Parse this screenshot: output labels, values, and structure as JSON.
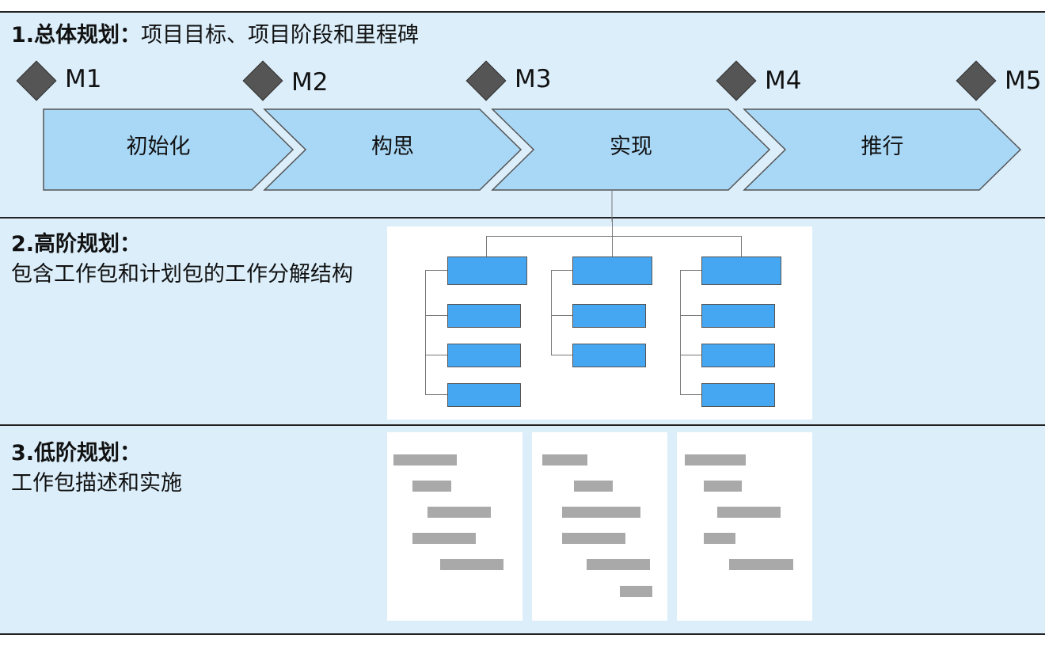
{
  "colors": {
    "section_bg": "#dbeefa",
    "chevron_fill": "#a9d8f7",
    "wbs_box": "#45a7f2",
    "diamond": "#555555",
    "bar": "#a9a9a9"
  },
  "overall": {
    "heading": "1.总体规划：",
    "subtitle": "项目目标、项目阶段和里程碑",
    "milestones": [
      "M1",
      "M2",
      "M3",
      "M4",
      "M5"
    ],
    "phases": [
      "初始化",
      "构思",
      "实现",
      "推行"
    ]
  },
  "high_level": {
    "heading": "2.高阶规划：",
    "description": "包含工作包和计划包的工作分解结构"
  },
  "low_level": {
    "heading": "3.低阶规划：",
    "description": "工作包描述和实施"
  }
}
